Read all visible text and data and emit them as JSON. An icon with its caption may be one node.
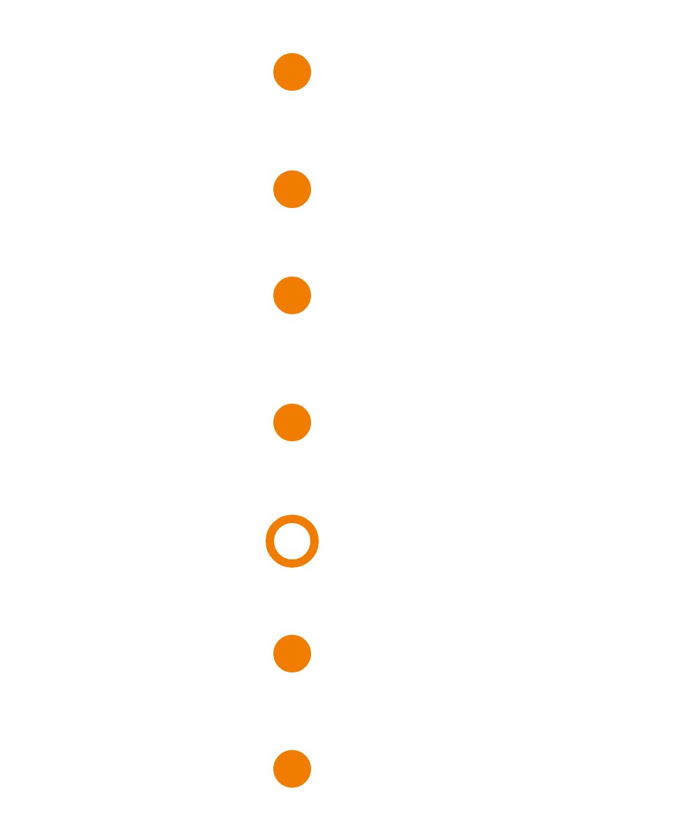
{
  "diagram": {
    "nodes": [
      {
        "text": [],
        "shape": "circle"
      },
      {
        "text": [],
        "shape": "circle"
      },
      {
        "text": [],
        "shape": "circle"
      },
      {
        "text": [],
        "shape": "circle"
      },
      {
        "text": [],
        "shape": "ring"
      },
      {
        "text": [],
        "shape": "circle"
      },
      {
        "text": [],
        "shape": "circle"
      }
    ]
  }
}
